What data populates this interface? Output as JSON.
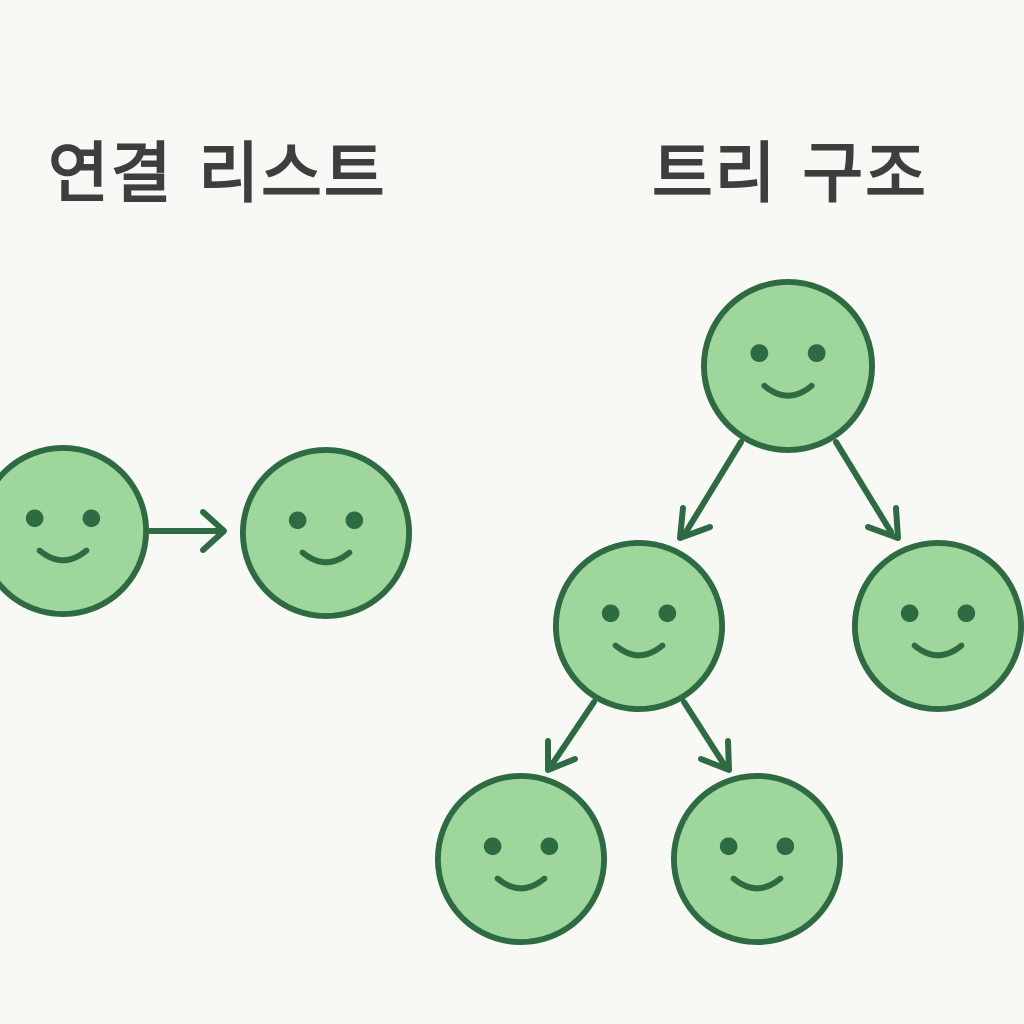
{
  "sections": {
    "linked_list": {
      "title": "연결 리스트",
      "node_count": 2,
      "edges": [
        [
          "node1",
          "node2"
        ]
      ]
    },
    "tree": {
      "title": "트리 구조",
      "node_count": 5,
      "edges": [
        [
          "root",
          "left"
        ],
        [
          "root",
          "right"
        ],
        [
          "left",
          "left-left"
        ],
        [
          "left",
          "left-right"
        ]
      ]
    }
  },
  "colors": {
    "background": "#f8f8f4",
    "node_fill": "#9ed69b",
    "node_stroke": "#2f6b42",
    "face": "#2f6b42",
    "title_text": "#3c3f3d"
  },
  "icons": {
    "node": "smiley-face-icon",
    "connector": "arrow-icon"
  }
}
